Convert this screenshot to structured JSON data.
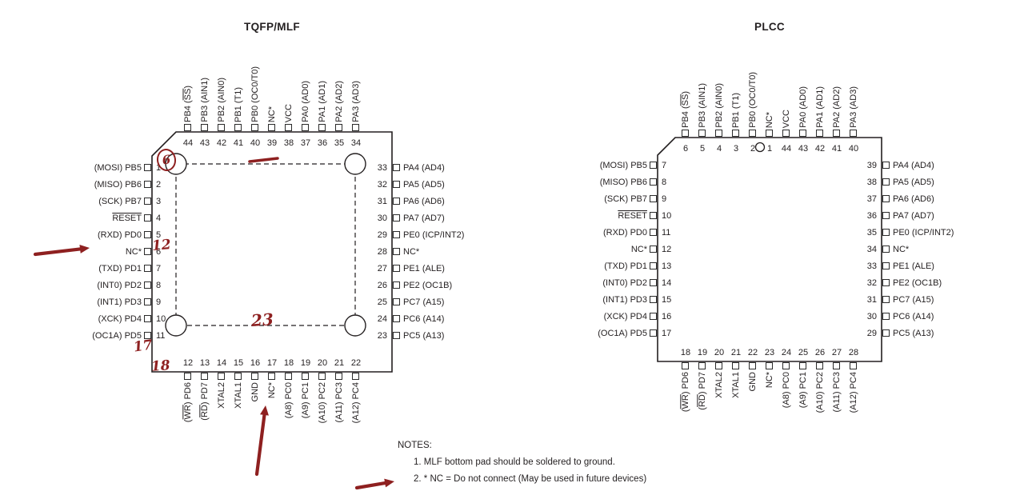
{
  "colors": {
    "ink": "#231f20",
    "annotation": "#8e2020",
    "background": "#ffffff"
  },
  "packages": [
    {
      "id": "tqfp",
      "title": "TQFP/MLF",
      "pins": {
        "top": [
          {
            "n": 44,
            "label": [
              {
                "t": "PB4 ("
              },
              {
                "t": "SS",
                "ov": true
              },
              {
                "t": ")"
              }
            ]
          },
          {
            "n": 43,
            "label": "PB3 (AIN1)"
          },
          {
            "n": 42,
            "label": "PB2 (AIN0)"
          },
          {
            "n": 41,
            "label": "PB1 (T1)"
          },
          {
            "n": 40,
            "label": "PB0 (OC0/T0)"
          },
          {
            "n": 39,
            "label": "NC*"
          },
          {
            "n": 38,
            "label": "VCC"
          },
          {
            "n": 37,
            "label": "PA0 (AD0)"
          },
          {
            "n": 36,
            "label": "PA1 (AD1)"
          },
          {
            "n": 35,
            "label": "PA2 (AD2)"
          },
          {
            "n": 34,
            "label": "PA3 (AD3)"
          }
        ],
        "left": [
          {
            "n": 1,
            "label": "(MOSI) PB5"
          },
          {
            "n": 2,
            "label": "(MISO) PB6"
          },
          {
            "n": 3,
            "label": "(SCK) PB7"
          },
          {
            "n": 4,
            "label": [
              {
                "t": "RESET",
                "ov": true
              }
            ]
          },
          {
            "n": 5,
            "label": "(RXD) PD0"
          },
          {
            "n": 6,
            "label": "NC*"
          },
          {
            "n": 7,
            "label": "(TXD) PD1"
          },
          {
            "n": 8,
            "label": "(INT0) PD2"
          },
          {
            "n": 9,
            "label": "(INT1) PD3"
          },
          {
            "n": 10,
            "label": "(XCK) PD4"
          },
          {
            "n": 11,
            "label": "(OC1A) PD5"
          }
        ],
        "right": [
          {
            "n": 33,
            "label": "PA4 (AD4)"
          },
          {
            "n": 32,
            "label": "PA5 (AD5)"
          },
          {
            "n": 31,
            "label": "PA6 (AD6)"
          },
          {
            "n": 30,
            "label": "PA7 (AD7)"
          },
          {
            "n": 29,
            "label": "PE0 (ICP/INT2)"
          },
          {
            "n": 28,
            "label": "NC*"
          },
          {
            "n": 27,
            "label": "PE1 (ALE)"
          },
          {
            "n": 26,
            "label": "PE2 (OC1B)"
          },
          {
            "n": 25,
            "label": "PC7 (A15)"
          },
          {
            "n": 24,
            "label": "PC6 (A14)"
          },
          {
            "n": 23,
            "label": "PC5 (A13)"
          }
        ],
        "bottom": [
          {
            "n": 12,
            "label": [
              {
                "t": "("
              },
              {
                "t": "WR",
                "ov": true
              },
              {
                "t": ") PD6"
              }
            ]
          },
          {
            "n": 13,
            "label": [
              {
                "t": "("
              },
              {
                "t": "RD",
                "ov": true
              },
              {
                "t": ") PD7"
              }
            ]
          },
          {
            "n": 14,
            "label": "XTAL2"
          },
          {
            "n": 15,
            "label": "XTAL1"
          },
          {
            "n": 16,
            "label": "GND"
          },
          {
            "n": 17,
            "label": "NC*"
          },
          {
            "n": 18,
            "label": "(A8) PC0"
          },
          {
            "n": 19,
            "label": "(A9) PC1"
          },
          {
            "n": 20,
            "label": "(A10) PC2"
          },
          {
            "n": 21,
            "label": "(A11) PC3"
          },
          {
            "n": 22,
            "label": "(A12) PC4"
          }
        ]
      }
    },
    {
      "id": "plcc",
      "title": "PLCC",
      "pins": {
        "top": [
          {
            "n": 6,
            "label": [
              {
                "t": "PB4 ("
              },
              {
                "t": "SS",
                "ov": true
              },
              {
                "t": ")"
              }
            ]
          },
          {
            "n": 5,
            "label": "PB3 (AIN1)"
          },
          {
            "n": 4,
            "label": "PB2 (AIN0)"
          },
          {
            "n": 3,
            "label": "PB1 (T1)"
          },
          {
            "n": 2,
            "label": "PB0 (OC0/T0)"
          },
          {
            "n": 1,
            "label": "NC*"
          },
          {
            "n": 44,
            "label": "VCC"
          },
          {
            "n": 43,
            "label": "PA0 (AD0)"
          },
          {
            "n": 42,
            "label": "PA1 (AD1)"
          },
          {
            "n": 41,
            "label": "PA2 (AD2)"
          },
          {
            "n": 40,
            "label": "PA3 (AD3)"
          }
        ],
        "left": [
          {
            "n": 7,
            "label": "(MOSI) PB5"
          },
          {
            "n": 8,
            "label": "(MISO) PB6"
          },
          {
            "n": 9,
            "label": "(SCK) PB7"
          },
          {
            "n": 10,
            "label": [
              {
                "t": "RESET",
                "ov": true
              }
            ]
          },
          {
            "n": 11,
            "label": "(RXD) PD0"
          },
          {
            "n": 12,
            "label": "NC*"
          },
          {
            "n": 13,
            "label": "(TXD) PD1"
          },
          {
            "n": 14,
            "label": "(INT0) PD2"
          },
          {
            "n": 15,
            "label": "(INT1) PD3"
          },
          {
            "n": 16,
            "label": "(XCK) PD4"
          },
          {
            "n": 17,
            "label": "(OC1A) PD5"
          }
        ],
        "right": [
          {
            "n": 39,
            "label": "PA4 (AD4)"
          },
          {
            "n": 38,
            "label": "PA5 (AD5)"
          },
          {
            "n": 37,
            "label": "PA6 (AD6)"
          },
          {
            "n": 36,
            "label": "PA7 (AD7)"
          },
          {
            "n": 35,
            "label": "PE0 (ICP/INT2)"
          },
          {
            "n": 34,
            "label": "NC*"
          },
          {
            "n": 33,
            "label": "PE1 (ALE)"
          },
          {
            "n": 32,
            "label": "PE2 (OC1B)"
          },
          {
            "n": 31,
            "label": "PC7 (A15)"
          },
          {
            "n": 30,
            "label": "PC6 (A14)"
          },
          {
            "n": 29,
            "label": "PC5 (A13)"
          }
        ],
        "bottom": [
          {
            "n": 18,
            "label": [
              {
                "t": "("
              },
              {
                "t": "WR",
                "ov": true
              },
              {
                "t": ") PD6"
              }
            ]
          },
          {
            "n": 19,
            "label": [
              {
                "t": "("
              },
              {
                "t": "RD",
                "ov": true
              },
              {
                "t": ") PD7"
              }
            ]
          },
          {
            "n": 20,
            "label": "XTAL2"
          },
          {
            "n": 21,
            "label": "XTAL1"
          },
          {
            "n": 22,
            "label": "GND"
          },
          {
            "n": 23,
            "label": "NC*"
          },
          {
            "n": 24,
            "label": "(A8) PC0"
          },
          {
            "n": 25,
            "label": "(A9) PC1"
          },
          {
            "n": 26,
            "label": "(A10) PC2"
          },
          {
            "n": 27,
            "label": "(A11) PC3"
          },
          {
            "n": 28,
            "label": "(A12) PC4"
          }
        ]
      }
    }
  ],
  "notes": {
    "heading": "NOTES:",
    "items": [
      "1. MLF bottom pad should be soldered to ground.",
      "2. * NC = Do not connect (May be used in future devices)"
    ]
  },
  "annotations": [
    {
      "id": "circled-6",
      "kind": "circled-text",
      "text": "6"
    },
    {
      "id": "mark-dash",
      "kind": "stroke"
    },
    {
      "id": "mark-12",
      "kind": "text",
      "text": "12"
    },
    {
      "id": "arrow-nc-pin6",
      "kind": "arrow"
    },
    {
      "id": "mark-23",
      "kind": "text",
      "text": "23"
    },
    {
      "id": "mark-17",
      "kind": "text",
      "text": "17"
    },
    {
      "id": "mark-18",
      "kind": "text",
      "text": "18"
    },
    {
      "id": "arrow-nc-pin17",
      "kind": "arrow"
    },
    {
      "id": "arrow-note2",
      "kind": "arrow"
    }
  ]
}
